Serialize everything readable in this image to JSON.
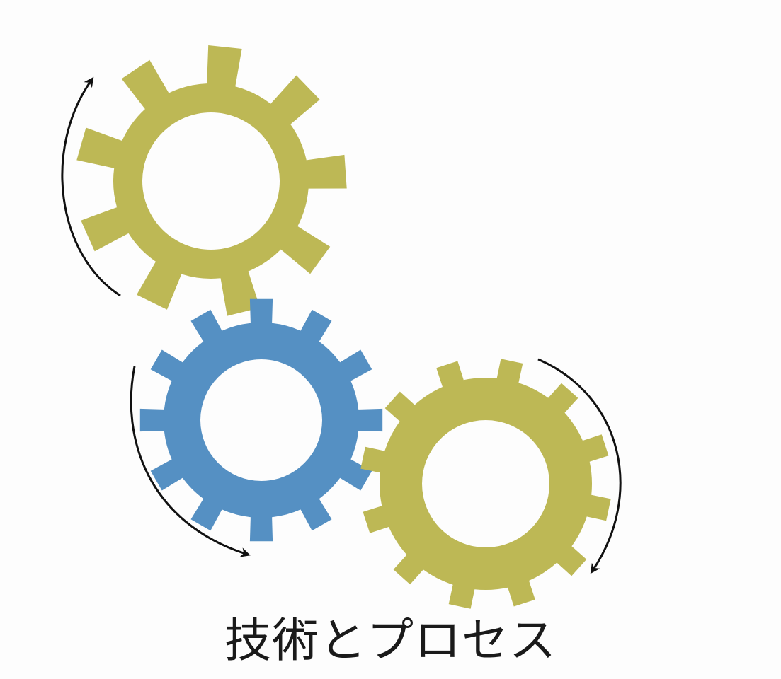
{
  "caption": "技術とプロセス",
  "colors": {
    "gear_olive": "#bdb855",
    "gear_blue": "#5590c3",
    "arrow": "#111111",
    "background": "#fdfdfd"
  },
  "gears": [
    {
      "name": "gear-top-left",
      "color": "olive",
      "teeth": 9
    },
    {
      "name": "gear-middle",
      "color": "blue",
      "teeth": 12
    },
    {
      "name": "gear-bottom-right",
      "color": "olive",
      "teeth": 12
    }
  ],
  "arrows": [
    {
      "name": "rotation-arrow-top-left",
      "direction": "clockwise"
    },
    {
      "name": "rotation-arrow-middle",
      "direction": "counterclockwise"
    },
    {
      "name": "rotation-arrow-right",
      "direction": "clockwise"
    }
  ]
}
